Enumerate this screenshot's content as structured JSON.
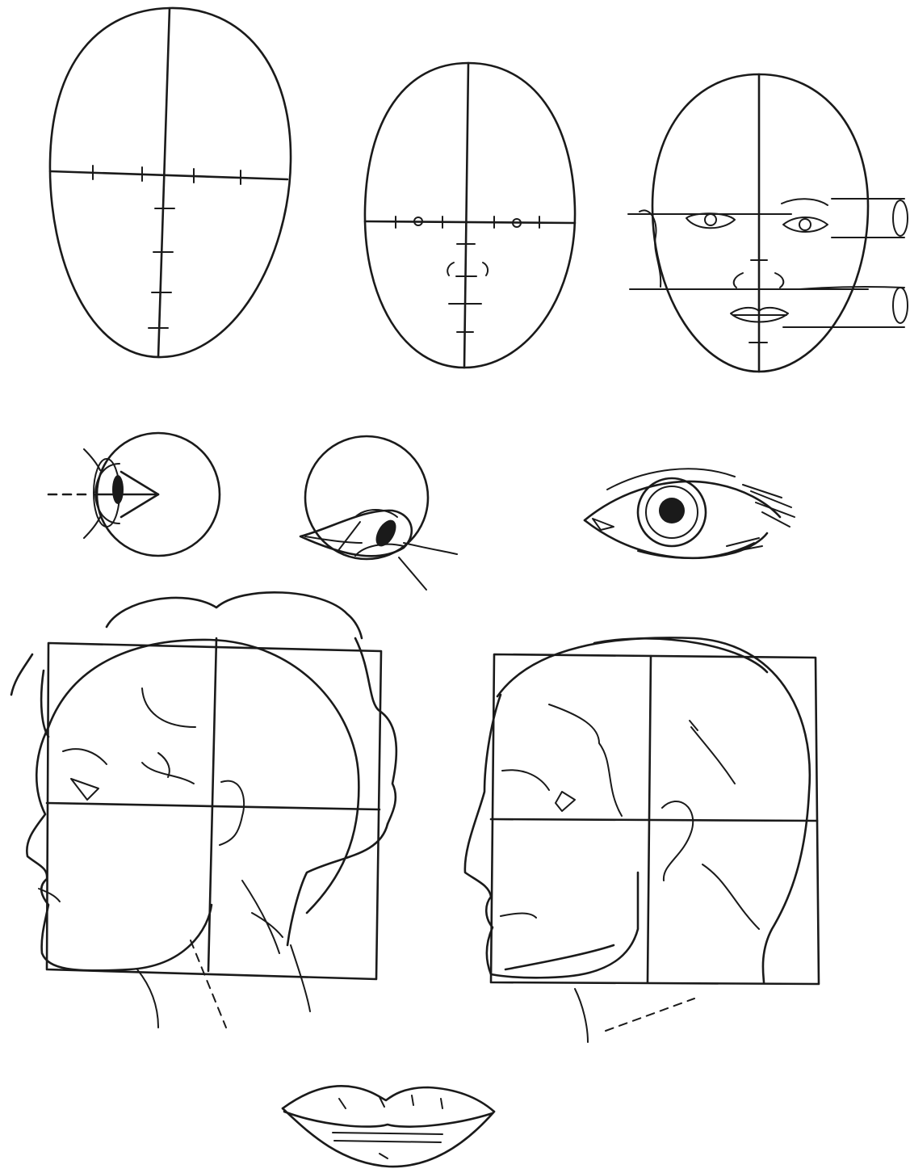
{
  "colors": {
    "ink": "#1a1a1a",
    "paper": "#ffffff"
  },
  "figures": [
    {
      "name": "head-oval-blank",
      "icon": "oval-head-guideline"
    },
    {
      "name": "head-oval-marked",
      "icon": "oval-head-with-feature-marks"
    },
    {
      "name": "head-front-features",
      "icon": "front-face-proportions"
    },
    {
      "name": "eyeball-front",
      "icon": "eyeball-cone"
    },
    {
      "name": "eyeball-angled",
      "icon": "eyeball-three-quarter"
    },
    {
      "name": "eye-detail",
      "icon": "eye-with-lashes"
    },
    {
      "name": "head-profile-female",
      "icon": "profile-head-grid-female"
    },
    {
      "name": "head-profile-male",
      "icon": "profile-head-grid-male"
    },
    {
      "name": "lips-detail",
      "icon": "lips"
    }
  ]
}
